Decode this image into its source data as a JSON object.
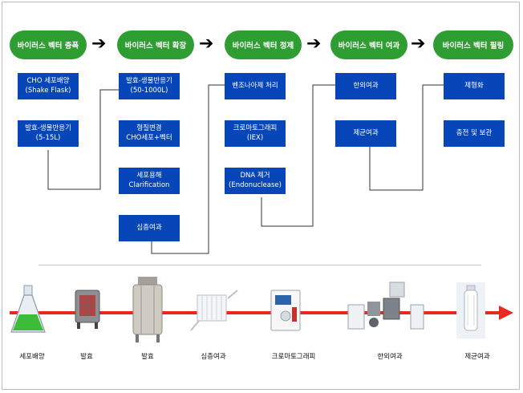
{
  "stages": [
    {
      "label": "바이러스 벡터 증폭"
    },
    {
      "label": "바이러스 벡터 확장"
    },
    {
      "label": "바이러스 벡터 정제"
    },
    {
      "label": "바이러스 벡터 여과"
    },
    {
      "label": "바이러스 벡터 필링"
    }
  ],
  "columns": [
    {
      "steps": [
        "CHO 세포배양\n(Shake Flask)",
        "발효-생물반응기\n(5-15L)"
      ]
    },
    {
      "steps": [
        "발효-생물반응기\n(50-1000L)",
        "형질변경\nCHO세포+벡터",
        "세포용해\nClarification",
        "심층여과"
      ]
    },
    {
      "steps": [
        "벤조나아제 처리",
        "크로마토그래피\n(IEX)",
        "DNA 제거\n(Endonuclease)"
      ]
    },
    {
      "steps": [
        "한외여과",
        "제균여과"
      ]
    },
    {
      "steps": [
        "제형화",
        "충전 및 보관"
      ]
    }
  ],
  "equipment": [
    {
      "label": "세포배양",
      "icon": "flask-icon"
    },
    {
      "label": "발효",
      "icon": "small-bioreactor-icon"
    },
    {
      "label": "발효",
      "icon": "large-bioreactor-icon"
    },
    {
      "label": "심층여과",
      "icon": "depth-filter-icon"
    },
    {
      "label": "크로마토그래피",
      "icon": "chromatography-system-icon"
    },
    {
      "label": "한외여과",
      "icon": "ultrafiltration-system-icon"
    },
    {
      "label": "제균여과",
      "icon": "sterile-filter-capsule-icon"
    }
  ],
  "colors": {
    "stage": "#2e9e33",
    "step": "#0646b8",
    "flow_arrow": "#e8291f"
  }
}
